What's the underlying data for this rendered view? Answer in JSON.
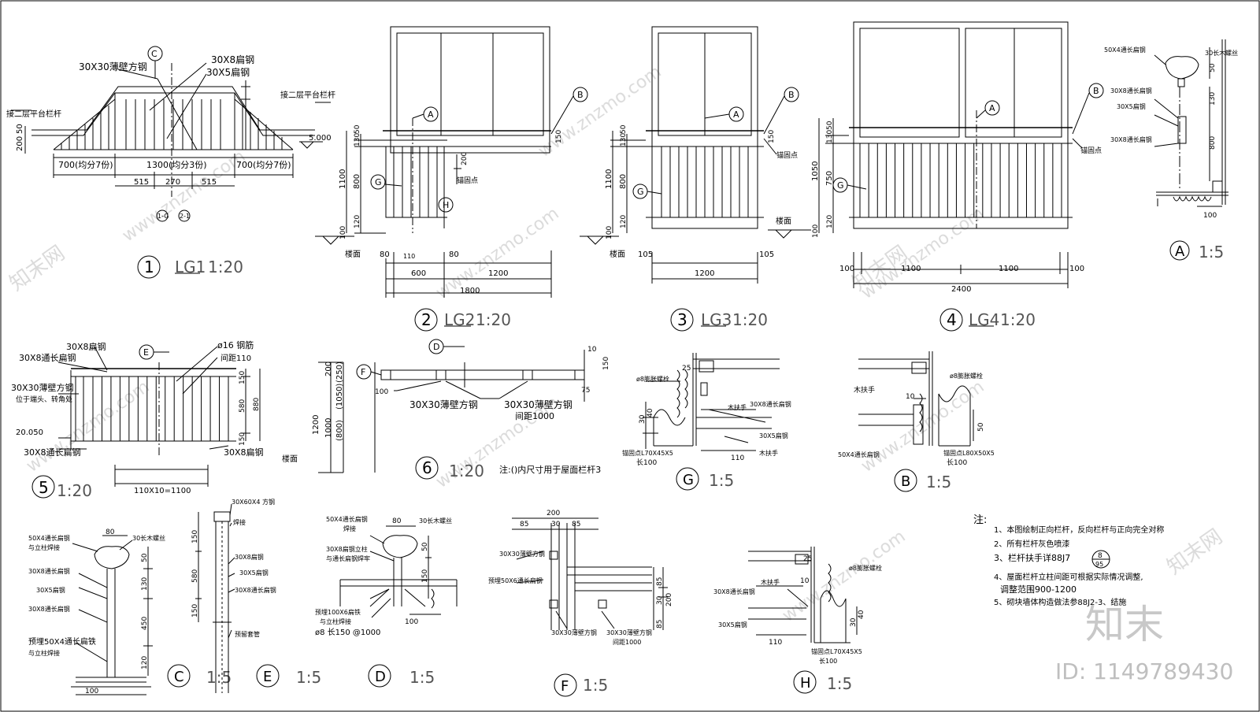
{
  "watermark": {
    "site": "www.znzmo.com",
    "brand_cn": "知末网",
    "logo": "知末",
    "id_label": "ID: 1149789430"
  },
  "views": {
    "lg1": {
      "num": "1",
      "name": "LG1",
      "scale": "1:20",
      "a": "30X30薄壁方钢",
      "b": "30X8扁钢",
      "c": "30X5扁钢",
      "left": "接二层平台栏杆",
      "right": "接二层平台栏杆",
      "elev": "5.000",
      "d1": "700(均分7份)",
      "d2": "1300(均分3份)",
      "d3": "700(均分7份)",
      "s1": "515",
      "s2": "270",
      "s3": "515",
      "h1": "200",
      "h2": "50",
      "t1": "1-G",
      "t2": "2-1",
      "tagC": "C"
    },
    "lg2": {
      "num": "2",
      "name": "LG2",
      "scale": "1:20",
      "tagA": "A",
      "tagB": "B",
      "tagG": "G",
      "tagH": "H",
      "anchor": "锚固点",
      "floor": "楼面",
      "h1100": "1100",
      "h800": "800",
      "h130": "130",
      "h50": "50",
      "h120": "120",
      "h100": "100",
      "h200": "200",
      "h150": "150",
      "w80a": "80",
      "w80b": "80",
      "w600": "600",
      "w1200": "1200",
      "w1800": "1800",
      "sp": "110"
    },
    "lg3": {
      "num": "3",
      "name": "LG3",
      "scale": "1:20",
      "tagA": "A",
      "tagB": "B",
      "tagG": "G",
      "anchor": "锚固点",
      "floor": "楼面",
      "h1100": "1100",
      "h800": "800",
      "h130": "130",
      "h50": "50",
      "h120": "120",
      "h100": "100",
      "h150": "150",
      "w105a": "105",
      "w105b": "105",
      "w1200": "1200"
    },
    "lg4": {
      "num": "4",
      "name": "LG4",
      "scale": "1:20",
      "tagA": "A",
      "tagB": "B",
      "tagG": "G",
      "anchor": "锚固点",
      "floor": "楼面",
      "h1050": "1050",
      "h750": "750",
      "h130": "130",
      "h50": "50",
      "h120": "120",
      "h100": "100",
      "w100a": "100",
      "w1100a": "1100",
      "w1100b": "1100",
      "w100b": "100",
      "w2400": "2400"
    },
    "da": {
      "tag": "A",
      "scale": "1:5",
      "a": "50X4通长扁钢",
      "b": "30长木螺丝",
      "c": "30X8通长扁钢",
      "d": "30X5扁钢",
      "e": "30X8通长扁钢",
      "h130": "130",
      "h800": "800",
      "h50": "50",
      "w100": "100"
    },
    "v5": {
      "num": "5",
      "scale": "1:20",
      "tagE": "E",
      "a": "30X8通长扁钢",
      "b": "30X8扁钢",
      "c": "30X30薄壁方钢",
      "c2": "位于端头、转角处",
      "d": "ø16 钢筋",
      "d2": "间距110",
      "e": "30X8通长扁钢",
      "f": "30X8扁钢",
      "elev": "20.050",
      "h150a": "150",
      "h580": "580",
      "h150b": "150",
      "h880": "880",
      "w": "110X10=1100"
    },
    "v6": {
      "num": "6",
      "scale": "1:20",
      "note": "注:()内尺寸用于屋面栏杆3",
      "tagF": "F",
      "tagD": "D",
      "a": "30X30薄壁方钢",
      "b": "30X30薄壁方钢",
      "b2": "间距1000",
      "floor": "楼面",
      "h1200": "1200",
      "h1000": "1000",
      "h800": "(800)",
      "h1050": "(1050)",
      "h200": "200",
      "h250": "(250)",
      "h100": "100",
      "h10": "10",
      "h150": "150",
      "h75": "75"
    },
    "dg": {
      "tag": "G",
      "scale": "1:5",
      "a": "ø8膨胀螺栓",
      "b": "木扶手",
      "c": "30X8通长扁钢",
      "d": "30X5扁钢",
      "e": "木扶手",
      "f": "锚固点L70X45X5",
      "f2": "长100",
      "h30": "30",
      "h40": "40",
      "h25": "25",
      "w110": "110"
    },
    "db": {
      "tag": "B",
      "scale": "1:5",
      "a": "ø8膨胀螺栓",
      "b": "木扶手",
      "c": "50X4通长扁钢",
      "d": "锚固点L80X50X5",
      "d2": "长100",
      "h10": "10",
      "h50": "50"
    },
    "dc": {
      "tag": "C",
      "scale": "1:5",
      "a": "50X4通长扁钢",
      "a2": "与立柱焊接",
      "b": "30长木螺丝",
      "c": "30X8通长扁钢",
      "d": "30X5扁钢",
      "e": "30X8通长扁钢",
      "f": "预埋50X4通长扁铁",
      "f2": "与立柱焊接",
      "w80": "80",
      "w100": "100",
      "h50": "50",
      "h130": "130",
      "h450": "450",
      "h120": "120"
    },
    "de": {
      "tag": "E",
      "scale": "1:5",
      "a": "30X60X4 方钢",
      "b": "焊接",
      "c": "30X8扁钢",
      "d": "30X5扁钢",
      "e": "30X8通长扁钢",
      "f": "预留套管",
      "h150": "150",
      "h580": "580",
      "h150b": "150"
    },
    "dd": {
      "tag": "D",
      "scale": "1:5",
      "a": "50X4通长扁钢",
      "a2": "焊接",
      "b": "30长木螺丝",
      "c": "30X8扁钢立柱",
      "c2": "与通长扁钢焊牢",
      "d": "预埋100X6扁铁",
      "d2": "与立柱焊接",
      "e": "ø8 长150 @1000",
      "w80": "80",
      "w100": "100",
      "h50": "50",
      "h150": "150"
    },
    "df": {
      "tag": "F",
      "scale": "1:5",
      "a": "30X30薄壁方钢",
      "b": "预埋50X6通长扁钢",
      "c": "30X30薄壁方钢",
      "d": "30X30薄壁方钢",
      "d2": "间距1000",
      "w200": "200",
      "w85a": "85",
      "w30": "30",
      "w85b": "85",
      "h85a": "85",
      "h30": "30",
      "h85b": "85",
      "h200": "200"
    },
    "dh": {
      "tag": "H",
      "scale": "1:5",
      "a": "ø8膨胀螺栓",
      "b": "木扶手",
      "c": "30X8通长扁钢",
      "d": "30X5扁钢",
      "e": "锚固点L70X45X5",
      "e2": "长100",
      "h25": "25",
      "h10": "10",
      "h30": "30",
      "h40": "40",
      "w110": "110"
    }
  },
  "notes": {
    "title": "注:",
    "items": [
      "1、本图绘制正向栏杆，反向栏杆与正向完全对称",
      "2、所有栏杆灰色喷漆",
      "3、栏杆扶手详88J7",
      "4、屋面栏杆立柱间距可根据实际情况调整,",
      "调整范围900-1200",
      "5、砌块墙体构造做法参88J2-3、结施"
    ],
    "ref_top": "8",
    "ref_bot": "95"
  }
}
